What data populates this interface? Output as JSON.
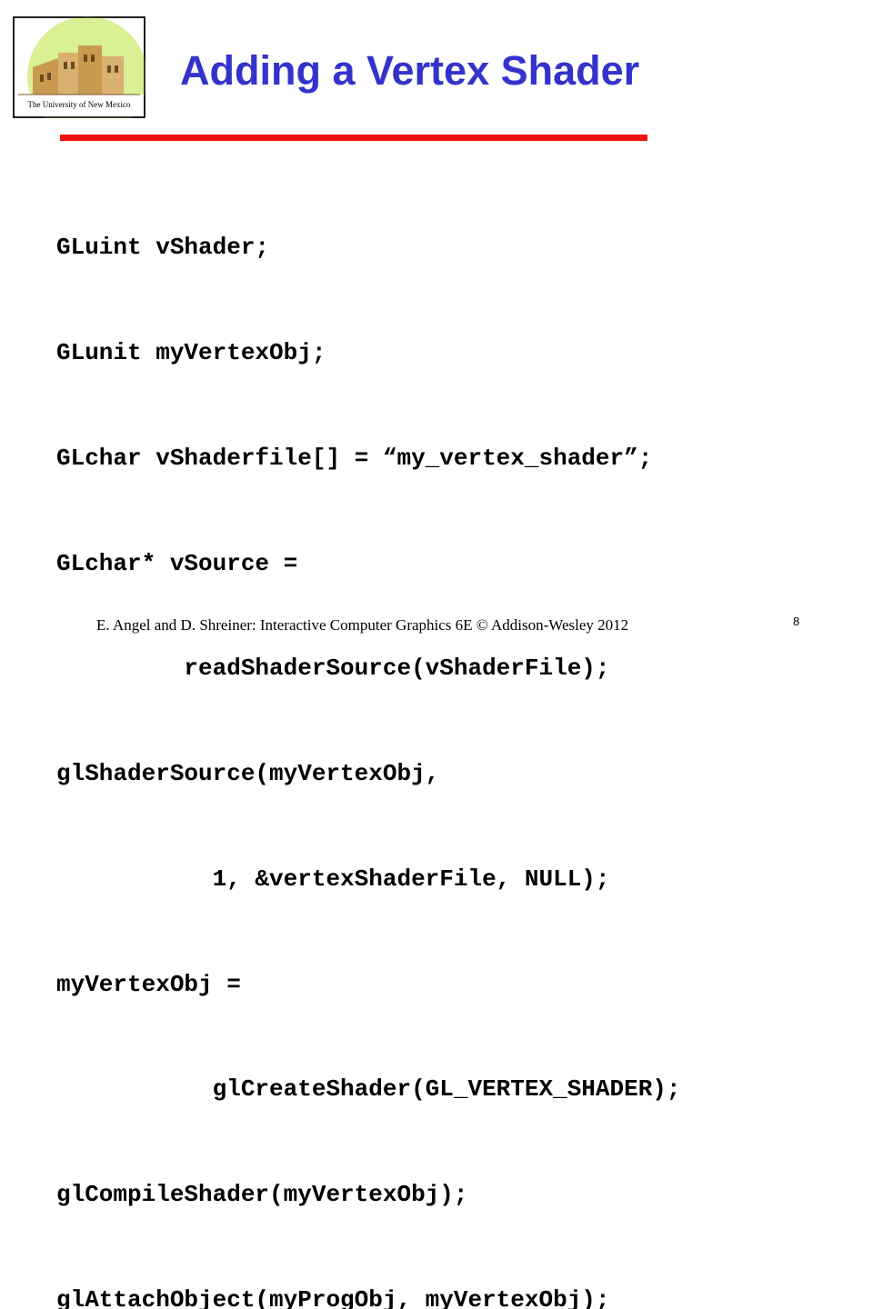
{
  "logo": {
    "caption": "The University of New Mexico",
    "icon": "unm-building-logo",
    "colors": {
      "sun": "#d9f095",
      "sky": "#ffffff",
      "building": "#c8a05a",
      "frame": "#000000"
    }
  },
  "slide": {
    "title": "Adding a Vertex Shader",
    "title_color": "#3333cc",
    "rule_color": "#ee1111"
  },
  "code_lines": [
    "GLuint vShader;",
    "GLunit myVertexObj;",
    "GLchar vShaderfile[] = “my_vertex_shader”;",
    "GLchar* vSource =",
    "         readShaderSource(vShaderFile);",
    "glShaderSource(myVertexObj,",
    "           1, &vertexShaderFile, NULL);",
    "myVertexObj =",
    "           glCreateShader(GL_VERTEX_SHADER);",
    "glCompileShader(myVertexObj);",
    "glAttachObject(myProgObj, myVertexObj);"
  ],
  "footer": {
    "text": "E. Angel and D. Shreiner: Interactive Computer Graphics 6E © Addison-Wesley 2012",
    "page_number": "8"
  }
}
